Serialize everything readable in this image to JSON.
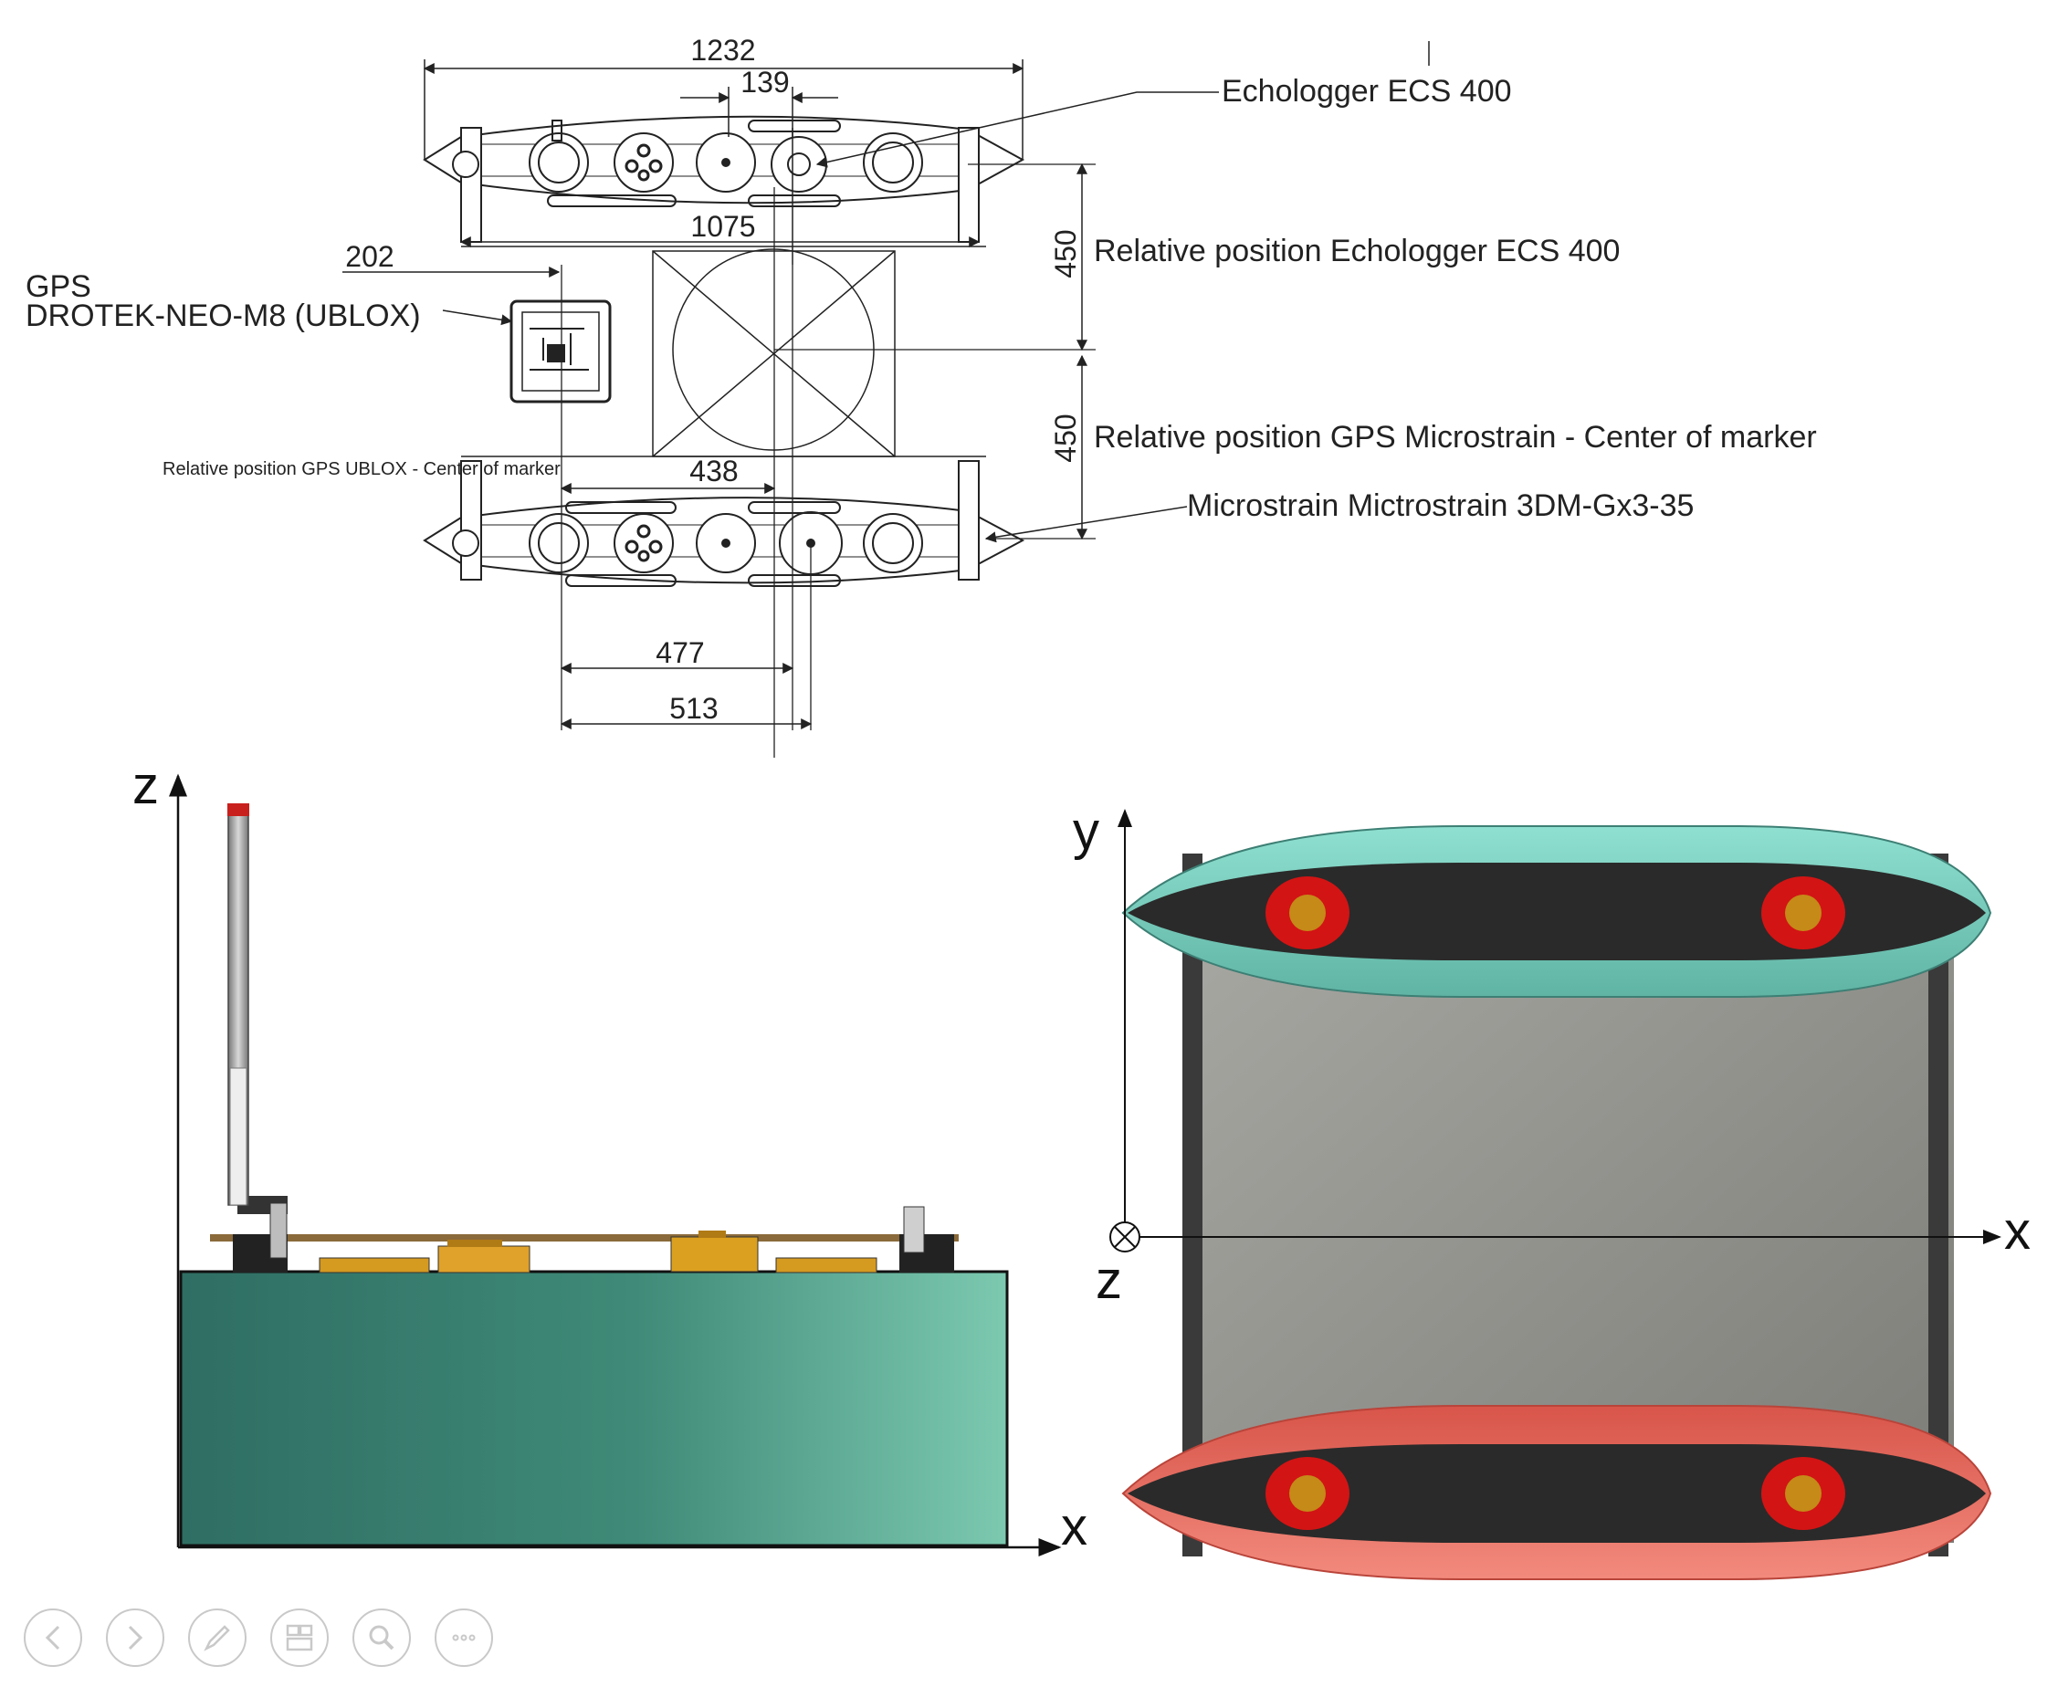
{
  "top_drawing": {
    "dimensions": {
      "overall_width": "1232",
      "offset_139": "139",
      "inner_width": "1075",
      "gps_offset": "202",
      "vertical_upper": "450",
      "vertical_lower": "450",
      "marker_438": "438",
      "dim_477": "477",
      "dim_513": "513"
    },
    "callouts": {
      "echologger": "Echologger ECS 400",
      "rel_echologger": "Relative position Echologger ECS 400",
      "rel_gps_microstrain": "Relative position GPS Microstrain - Center of marker",
      "microstrain": "Microstrain Mictrostrain 3DM-Gx3-35",
      "gps_line1": "GPS",
      "gps_line2": "DROTEK-NEO-M8 (UBLOX)",
      "rel_gps_ublox": "Relative position GPS UBLOX - Center of marker"
    }
  },
  "side_view": {
    "axis_vertical": "z",
    "axis_horizontal": "x",
    "hull_color": "#6fb59f"
  },
  "top_view": {
    "axis_vertical": "y",
    "axis_horizontal": "x",
    "axis_out_of_plane": "z",
    "upper_hull_color": "#7ed4c4",
    "lower_hull_color": "#ee6e62",
    "deck_color": "#8a8a86"
  },
  "controls": [
    {
      "icon": "previous-icon"
    },
    {
      "icon": "next-icon"
    },
    {
      "icon": "pen-icon"
    },
    {
      "icon": "slides-icon"
    },
    {
      "icon": "zoom-icon"
    },
    {
      "icon": "more-icon"
    }
  ]
}
